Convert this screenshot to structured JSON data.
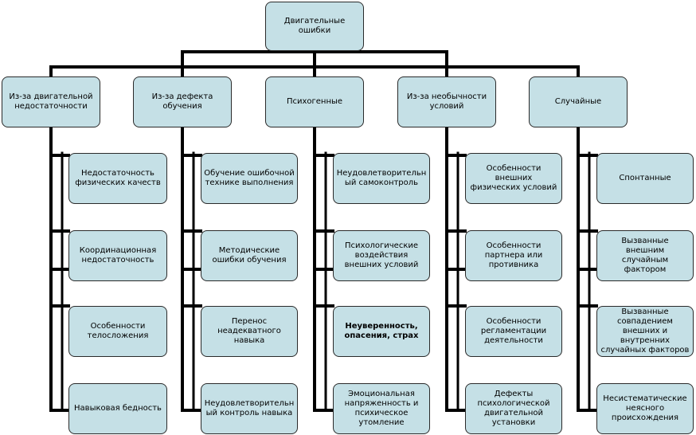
{
  "root": "Двигательные\nошибки",
  "categories": [
    {
      "label": "Из-за двигательной\nнедостаточности",
      "items": [
        "Недостаточность\nфизических качеств",
        "Координационная\nнедостаточность",
        "Особенности\nтелосложения",
        "Навыковая бедность"
      ]
    },
    {
      "label": "Из-за дефекта\nобучения",
      "items": [
        "Обучение ошибочной\nтехнике выполнения",
        "Методические\nошибки обучения",
        "Перенос\nнеадекватного\nнавыка",
        "Неудовлетворительн\nый контроль навыка"
      ]
    },
    {
      "label": "Психогенные",
      "items": [
        "Неудовлетворительн\nый самоконтроль",
        "Психологические\nвоздействия\nвнешних условий",
        "Неуверенность,\nопасения, страх",
        "Эмоциональная\nнапряженность и\nпсихическое\nутомление"
      ]
    },
    {
      "label": "Из-за необычности\nусловий",
      "items": [
        "Особенности внешних\nфизических условий",
        "Особенности\nпартнера или\nпротивника",
        "Особенности\nрегламентации\nдеятельности",
        "Дефекты\nпсихологической\nдвигательной\nустановки"
      ]
    },
    {
      "label": "Случайные",
      "items": [
        "Спонтанные",
        "Вызванные\nвнешним\nслучайным\nфактором",
        "Вызванные\nсовпадением\nвнешних и\nвнутренних\nслучайных факторов",
        "Несистематические\nнеясного\nпроисхождения"
      ]
    }
  ]
}
